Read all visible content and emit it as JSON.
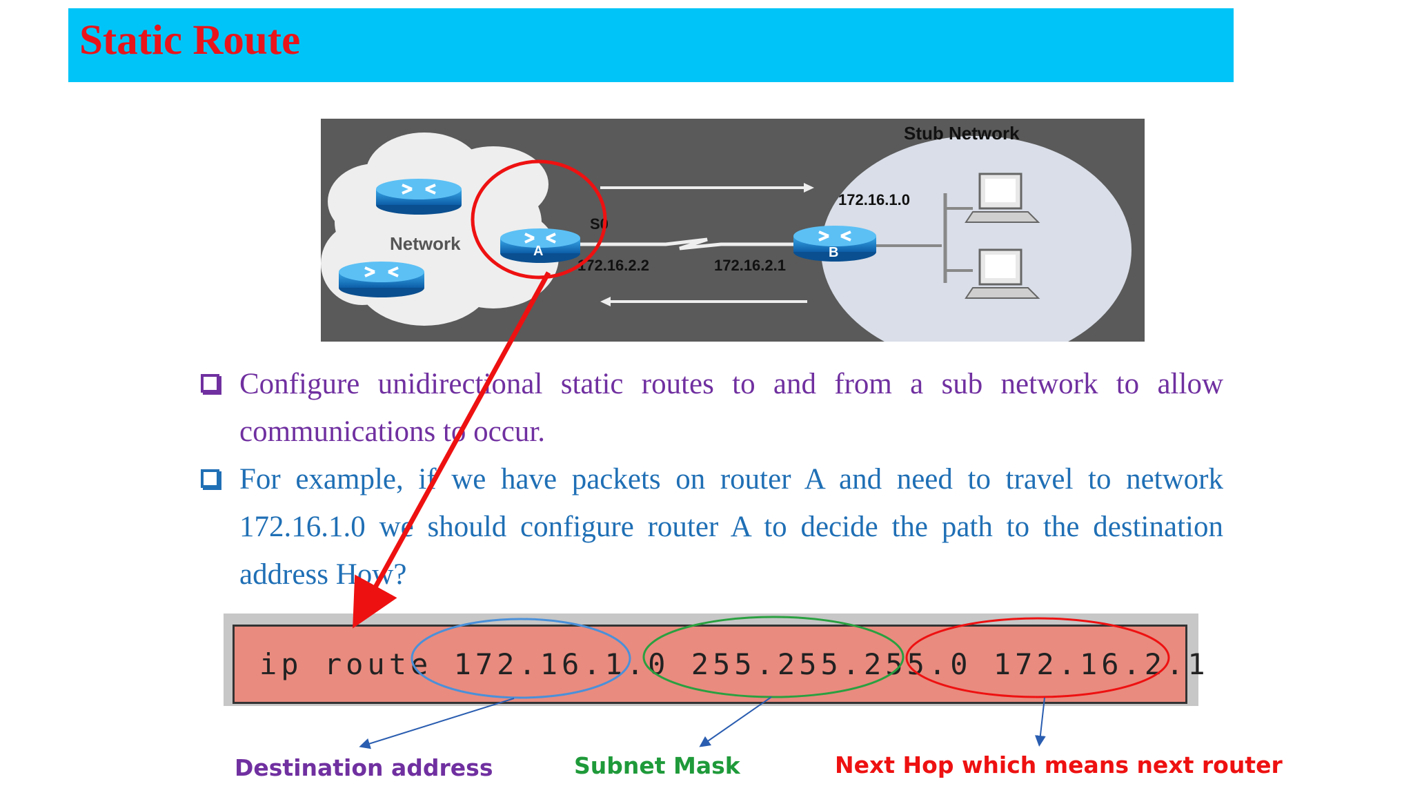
{
  "title": "Static Route",
  "colors": {
    "title_bar": "#00c4f7",
    "title_text": "#e8141a",
    "bullet1": "#7030a0",
    "bullet2": "#1f6fb5",
    "dest_label": "#7030a0",
    "mask_label": "#1f9a3a",
    "hop_label": "#ee1111"
  },
  "diagram": {
    "stub_network": "Stub Network",
    "network": "Network",
    "router_a": "A",
    "router_b": "B",
    "interface": "S0",
    "ip_a": "172.16.2.2",
    "ip_b": "172.16.2.1",
    "stub_ip": "172.16.1.0",
    "icons": [
      "router-icon",
      "computer-icon",
      "arrow-right-icon",
      "arrow-left-icon"
    ]
  },
  "bullets": [
    "Configure unidirectional static routes to and from a sub network to allow communications to occur.",
    "For example, if we have packets on router A and need to travel to network 172.16.1.0 we should configure router A to decide the path to the destination address How?"
  ],
  "command": {
    "prefix": "ip route",
    "destination": "172.16.1.0",
    "mask": "255.255.255.0",
    "next_hop": "172.16.2.1"
  },
  "labels": {
    "destination": "Destination address",
    "mask": "Subnet Mask",
    "next_hop": "Next Hop which means next router"
  }
}
